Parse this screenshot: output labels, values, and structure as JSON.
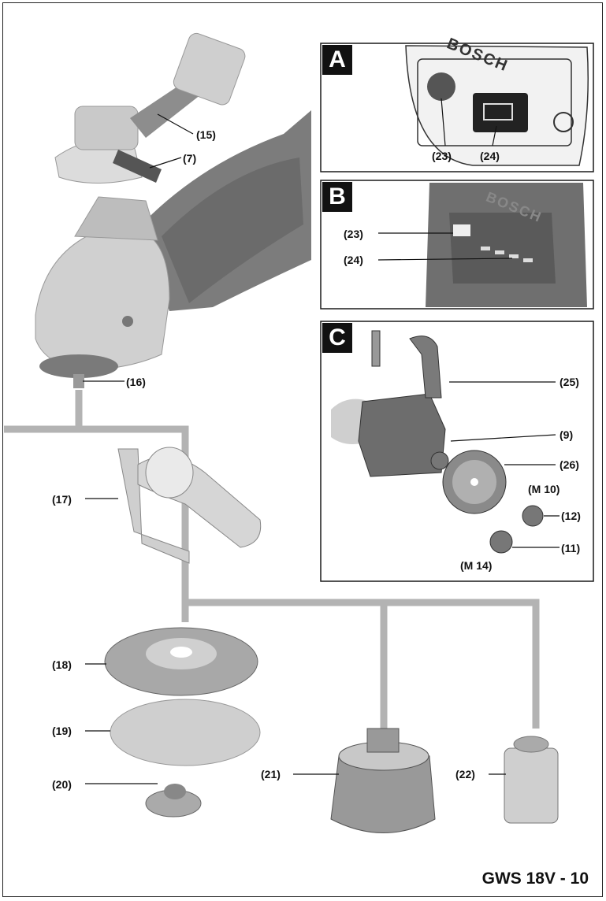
{
  "panels": {
    "a": "A",
    "b": "B",
    "c": "C"
  },
  "labels": {
    "l15": "(15)",
    "l7": "(7)",
    "l16": "(16)",
    "l17": "(17)",
    "l18": "(18)",
    "l19": "(19)",
    "l20": "(20)",
    "l21": "(21)",
    "l22": "(22)",
    "a23": "(23)",
    "a24": "(24)",
    "b23": "(23)",
    "b24": "(24)",
    "l25": "(25)",
    "l9": "(9)",
    "l26": "(26)",
    "m10": "(M 10)",
    "l12": "(12)",
    "l11": "(11)",
    "m14": "(M 14)"
  },
  "brand": {
    "a": "BOSCH",
    "b": "BOSCH"
  },
  "model": "GWS 18V - 10",
  "colors": {
    "line": "#1a1a1a",
    "tool": "#bfbfbf",
    "tool_dark": "#7a7a7a",
    "connector": "#b3b3b3"
  }
}
